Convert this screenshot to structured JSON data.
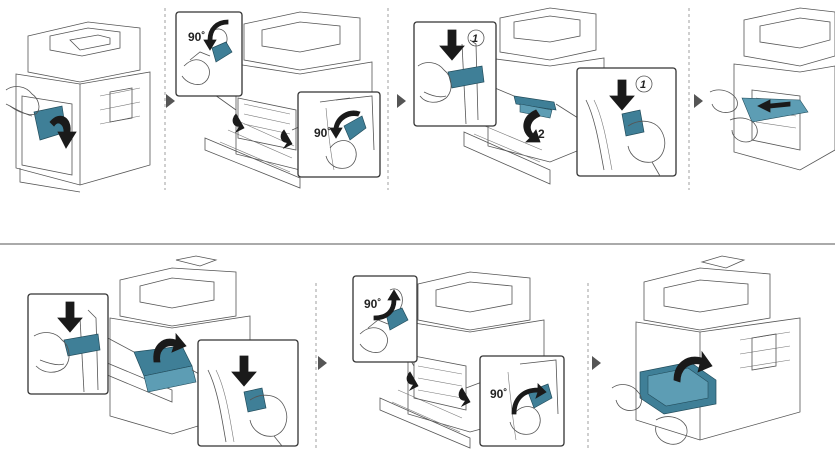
{
  "diagram": {
    "steps_row1": [
      {
        "id": "s1"
      },
      {
        "id": "s2",
        "labels": [
          "90˚",
          "90˚"
        ]
      },
      {
        "id": "s3",
        "labels": [
          "1",
          "2",
          "1"
        ]
      },
      {
        "id": "s4"
      }
    ],
    "steps_row2": [
      {
        "id": "s5"
      },
      {
        "id": "s6",
        "labels": [
          "90˚",
          "90˚"
        ]
      },
      {
        "id": "s7"
      }
    ],
    "colors": {
      "accent": "#3f7f97",
      "line": "#555555",
      "arrow": "#1a1a1a"
    }
  }
}
